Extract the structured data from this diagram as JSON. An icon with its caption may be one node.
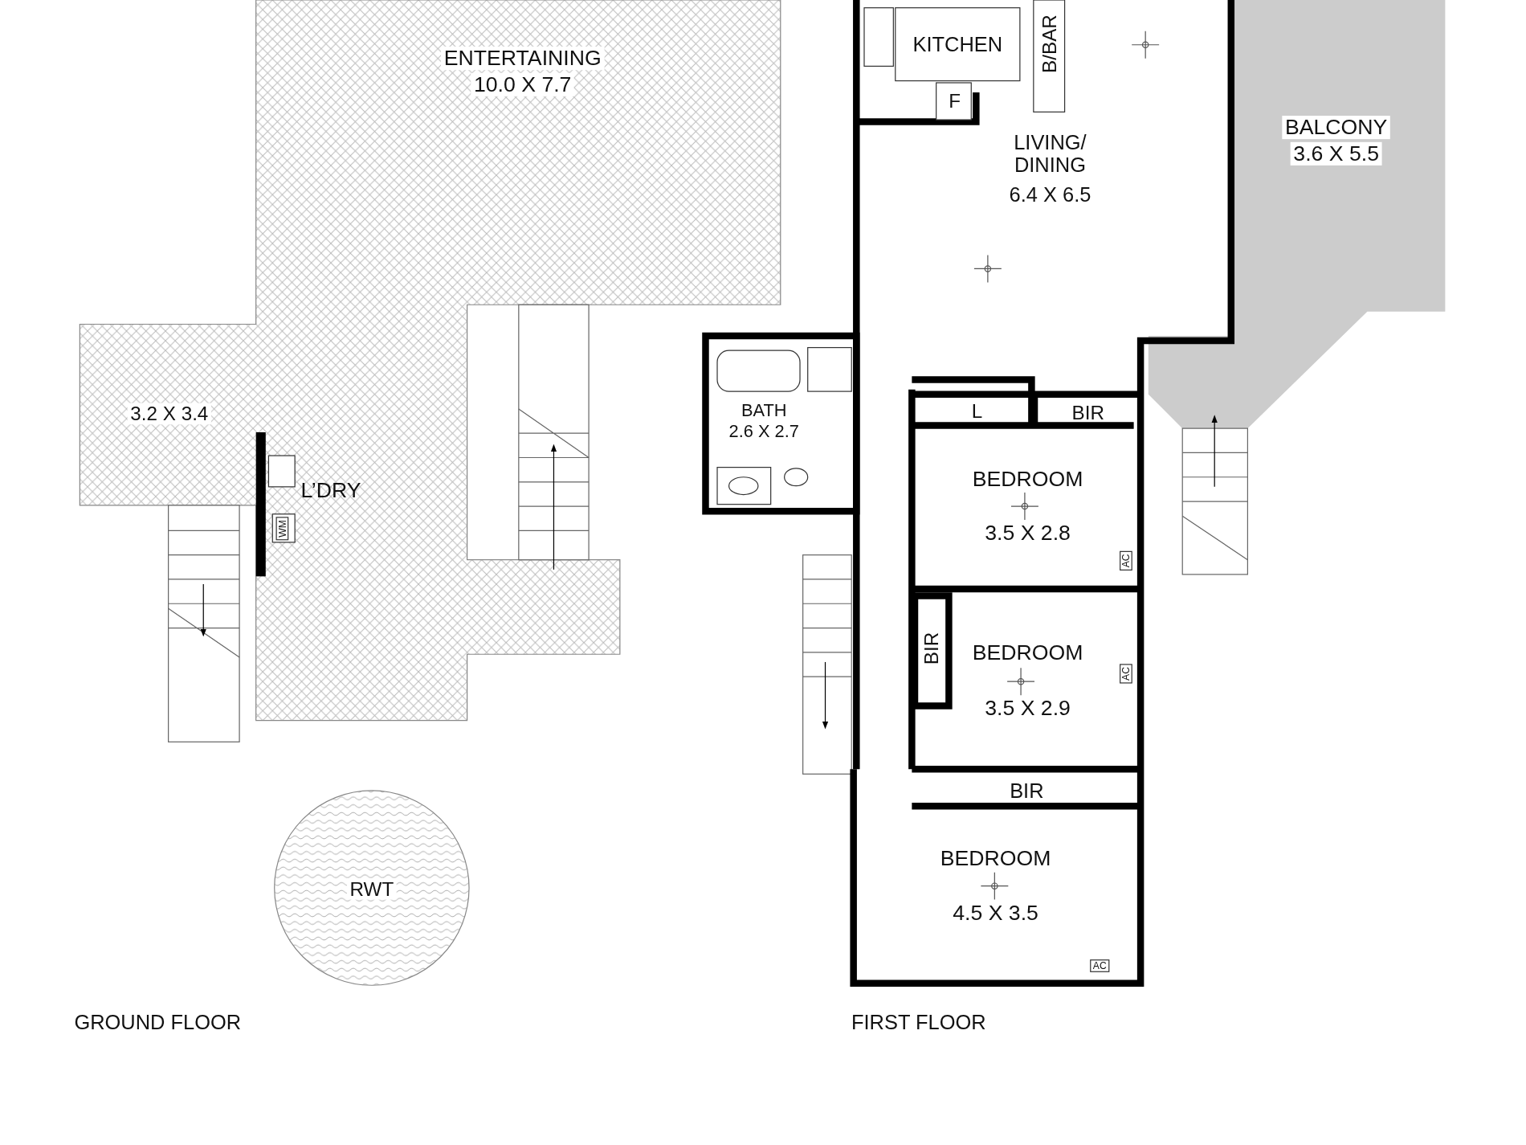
{
  "diagram": {
    "labels": [
      "ENTERTAINING",
      "10.0 X 7.7",
      "KITCHEN",
      "B/BAR",
      "F",
      "LIVING/ DINING",
      "6.4 X 6.5",
      "BALCONY",
      "3.6 X 5.5",
      "3.2 X 3.4",
      "BATH",
      "2.6 X 2.7",
      "L",
      "BIR",
      "BEDROOM",
      "L’DRY",
      "WM",
      "3.5 X 2.8",
      "AC",
      "BIR",
      "BEDROOM",
      "AC",
      "3.5 X 2.9",
      "BIR",
      "BEDROOM",
      "RWT",
      "4.5 X 3.5",
      "AC",
      "GROUND FLOOR",
      "FIRST FLOOR"
    ]
  }
}
